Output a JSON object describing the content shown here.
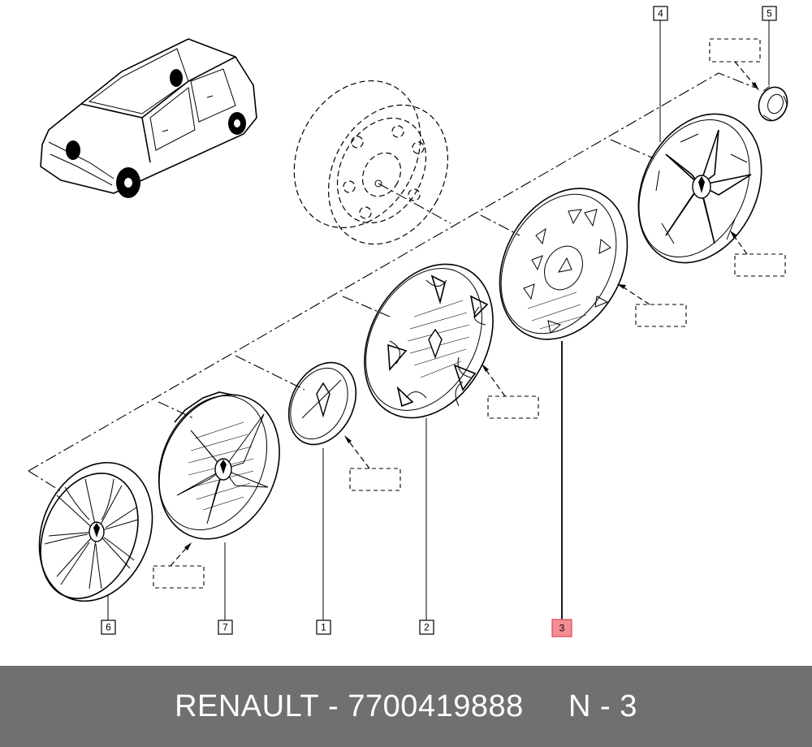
{
  "diagram": {
    "callouts": [
      {
        "id": "c6",
        "label": "6",
        "highlighted": false
      },
      {
        "id": "c7",
        "label": "7",
        "highlighted": false
      },
      {
        "id": "c1",
        "label": "1",
        "highlighted": false
      },
      {
        "id": "c2",
        "label": "2",
        "highlighted": false
      },
      {
        "id": "c3",
        "label": "3",
        "highlighted": true
      },
      {
        "id": "c4",
        "label": "4",
        "highlighted": false
      },
      {
        "id": "c5",
        "label": "5",
        "highlighted": false
      }
    ],
    "highlight_color": "#f58d94"
  },
  "footer": {
    "brand": "RENAULT",
    "separator": " - ",
    "part_number": "7700419888",
    "position": "N - 3",
    "background": "#707070"
  }
}
